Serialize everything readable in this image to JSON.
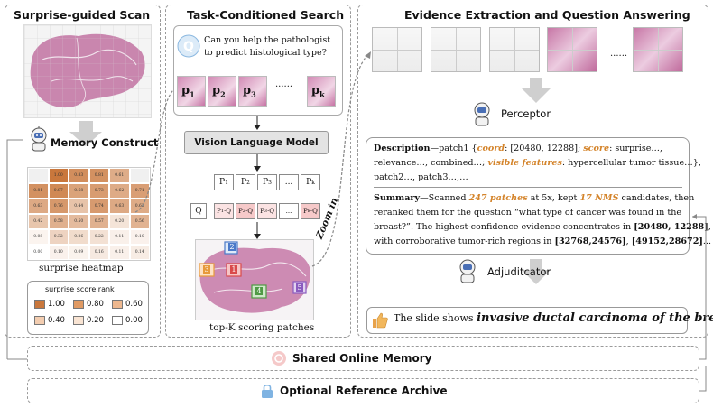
{
  "panels": {
    "scan": "Surprise-guided Scan",
    "search": "Task-Conditioned Search",
    "evidence": "Evidence Extraction and Question Answering"
  },
  "memory_construct": "Memory Construct",
  "heatmap": {
    "caption": "surprise heatmap",
    "rows": [
      [
        "",
        "1.00",
        "0.83",
        "0.81",
        "0.61",
        ""
      ],
      [
        "0.81",
        "0.87",
        "0.68",
        "0.73",
        "0.62",
        "0.71"
      ],
      [
        "0.63",
        "0.76",
        "0.44",
        "0.74",
        "0.63",
        "0.62"
      ],
      [
        "0.42",
        "0.58",
        "0.50",
        "0.57",
        "0.20",
        "0.56"
      ],
      [
        "0.08",
        "0.32",
        "0.26",
        "0.22",
        "0.11",
        "0.10"
      ],
      [
        "0.00",
        "0.10",
        "0.09",
        "0.16",
        "0.11",
        "0.14"
      ]
    ]
  },
  "legend": {
    "title": "surprise score rank",
    "items": [
      {
        "label": "1.00",
        "color": "#c9773c"
      },
      {
        "label": "0.80",
        "color": "#e09a63"
      },
      {
        "label": "0.60",
        "color": "#eeb88f"
      },
      {
        "label": "0.40",
        "color": "#f3cdb0"
      },
      {
        "label": "0.20",
        "color": "#f9e4d3"
      },
      {
        "label": "0.00",
        "color": "#ffffff"
      }
    ]
  },
  "question": "Can you help the pathologist to predict histological type?",
  "patches": [
    "p",
    "p",
    "p",
    "p"
  ],
  "patch_subs": [
    "1",
    "2",
    "3",
    "k"
  ],
  "ellipsis": "......",
  "vlm": "Vision Language Model",
  "tokens_p": [
    "P",
    "P",
    "P",
    "...",
    "P"
  ],
  "tokens_p_subs": [
    "1",
    "2",
    "3",
    "",
    "k"
  ],
  "q_token": "Q",
  "tokens_pq": [
    "P",
    "·Q",
    "P",
    "·Q",
    "P",
    "·Q",
    "...",
    "P",
    "·Q"
  ],
  "pq": [
    {
      "p": "P",
      "sub": "1",
      "q": "·Q"
    },
    {
      "p": "P",
      "sub": "2",
      "q": "·Q"
    },
    {
      "p": "P",
      "sub": "3",
      "q": "·Q"
    },
    {
      "p": "...",
      "sub": "",
      "q": ""
    },
    {
      "p": "P",
      "sub": "k",
      "q": "·Q"
    }
  ],
  "topk_caption": "top-K scoring patches",
  "topk_labels": [
    "2",
    "3",
    "1",
    "4",
    "5"
  ],
  "zoom_in": "Zoom in",
  "perceptor": "Perceptor",
  "adjudicator": "Adjuditcator",
  "description": {
    "lead": "Description",
    "l1a": "—patch1 {",
    "coord": "coord",
    "l1b": ": [20480, 12288]; ",
    "score": "score",
    "l1c": ": surprise…,",
    "l2a": "relevance…, combined…; ",
    "vis": "visible features",
    "l2b": ": hypercellular tumor tissue…},",
    "l3": "patch2…, patch3…,…"
  },
  "summary": {
    "lead": "Summary",
    "l1a": "—Scanned ",
    "n1": "247 patches",
    "l1b": " at 5x, kept ",
    "n2": "17 NMS",
    "l1c": " candidates, then",
    "l2": "reranked them for the question “what type of cancer was found in the",
    "l3a": "breast?”. The highest-confidence evidence concentrates in ",
    "c1": "[20480, 12288]",
    "l3b": ",",
    "l4a": "with corroborative tumor-rich regions in ",
    "c2": "[32768,24576]",
    "l4b": ", ",
    "c3": "[49152,28672]",
    "l4c": "..."
  },
  "answer": {
    "pre": "The slide shows ",
    "main": "invasive ductal carcinoma of the breast",
    "post": "."
  },
  "shared_memory": "Shared Online Memory",
  "reference_archive": "Optional Reference Archive",
  "ellipsis_thumbs": "......"
}
